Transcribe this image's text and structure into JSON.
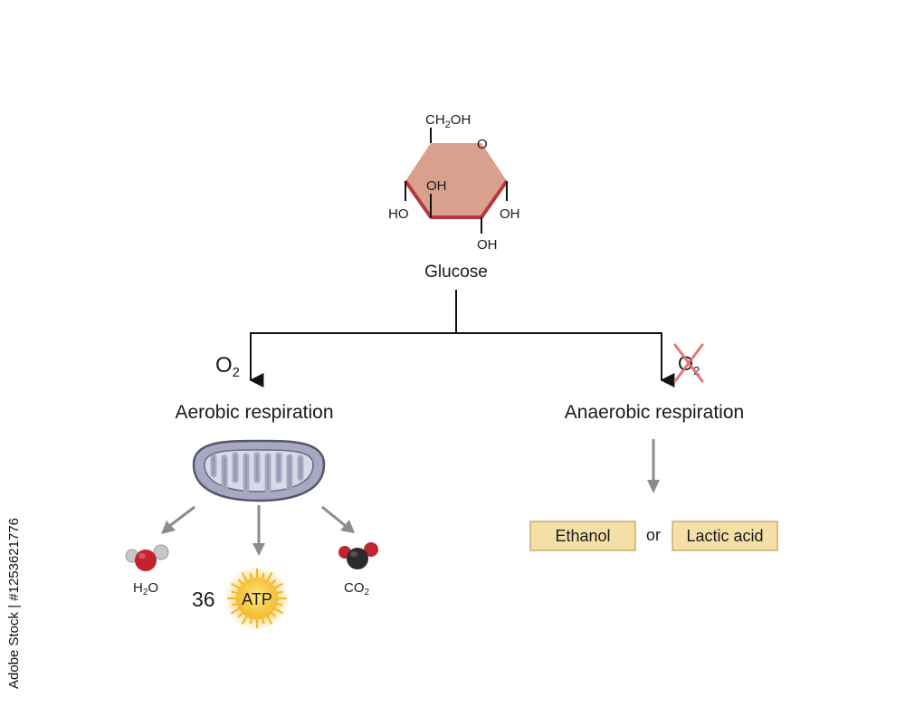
{
  "glucose": {
    "ch2oh_label": "CH",
    "ch2oh_sub": "2",
    "ch2oh_suffix": "OH",
    "ring_o_label": "O",
    "oh_inner": "OH",
    "ho_left": "HO",
    "oh_right": "OH",
    "oh_bottom": "OH",
    "name": "Glucose"
  },
  "aerobic": {
    "oxygen_label": "O",
    "oxygen_sub": "2",
    "title": "Aerobic respiration",
    "atp_count": "36",
    "atp_label": "ATP",
    "water_label": "H",
    "water_sub": "2",
    "water_suffix": "O",
    "co2_label": "CO",
    "co2_sub": "2"
  },
  "anaerobic": {
    "oxygen_label": "O",
    "oxygen_sub": "2",
    "title": "Anaerobic respiration",
    "product_1": "Ethanol",
    "connector": "or",
    "product_2": "Lactic acid"
  },
  "watermark": "Adobe Stock | #1253621776",
  "colors": {
    "ring_fill": "#d9a08e",
    "ring_edge": "#b5383f",
    "mito_fill": "#a7a9c2",
    "mito_edge": "#55566c",
    "product_box": "#f4dfa6",
    "product_box_edge": "#c99a58",
    "atp_glow": "#f5c338",
    "cross_red": "#e2686e",
    "arrow_gray": "#8c8c8c"
  }
}
